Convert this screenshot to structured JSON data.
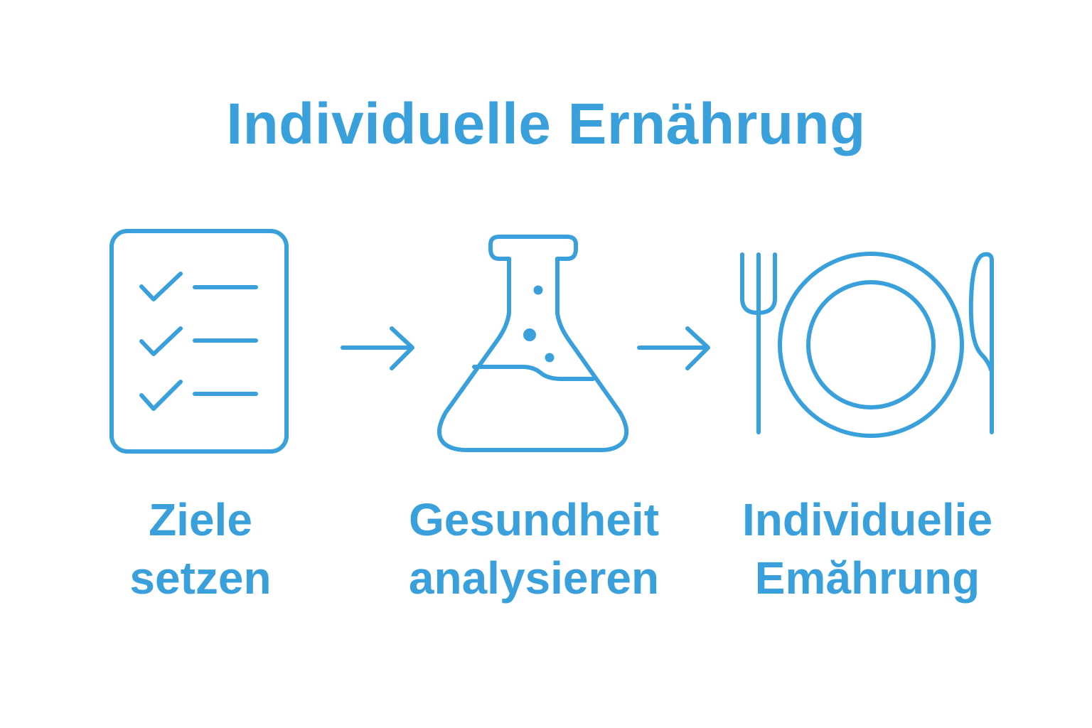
{
  "title": "Individuelle Ernährung",
  "steps": [
    {
      "icon": "checklist-icon",
      "line1": "Ziele",
      "line2": "setzen"
    },
    {
      "icon": "flask-icon",
      "line1": "Gesundheit",
      "line2": "analysieren"
    },
    {
      "icon": "plate-cutlery-icon",
      "line1": "Individuelie",
      "line2": "Emăhrung"
    }
  ],
  "colors": {
    "accent": "#3aa0dc",
    "background": "#ffffff"
  }
}
